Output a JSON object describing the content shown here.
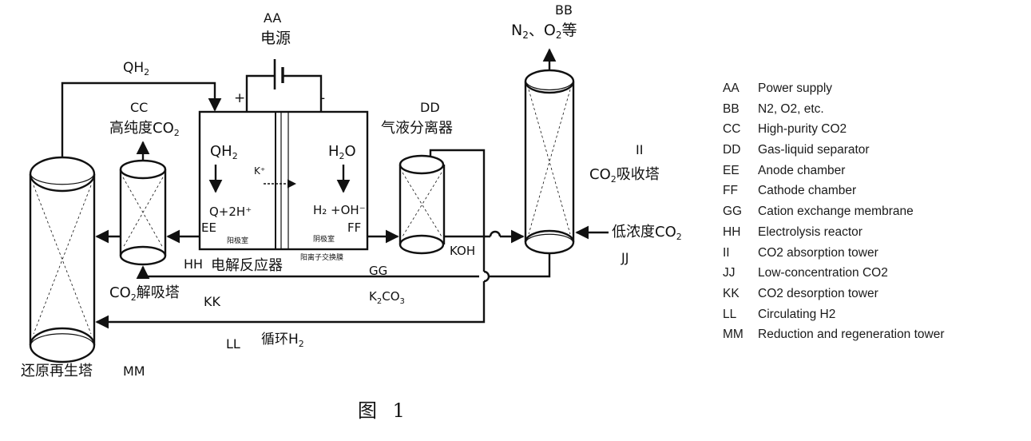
{
  "figure": {
    "caption": "图 1"
  },
  "labels": {
    "aa_code": "AA",
    "aa_text": "电源",
    "bb_code": "BB",
    "bb_text_part1": "N",
    "bb_text_sub1": "2",
    "bb_text_part2": "、O",
    "bb_text_sub2": "2",
    "bb_text_part3": "等",
    "cc_code": "CC",
    "cc_text_part1": "高纯度CO",
    "cc_text_sub": "2",
    "dd_code": "DD",
    "dd_text": "气液分离器",
    "ee_code": "EE",
    "ff_code": "FF",
    "gg_code": "GG",
    "hh_code": "HH",
    "hh_text": "电解反应器",
    "ii_code": "II",
    "ii_text_part1": "CO",
    "ii_text_sub": "2",
    "ii_text_part2": "吸收塔",
    "jj_code": "JJ",
    "jj_text_part1": "低浓度CO",
    "jj_text_sub": "2",
    "kk_code": "KK",
    "kk_text_part1": "CO",
    "kk_text_sub": "2",
    "kk_text_part2": "解吸塔",
    "ll_code": "LL",
    "ll_text_part1": "循环H",
    "ll_text_sub": "2",
    "mm_code": "MM",
    "mm_text": "还原再生塔",
    "qh2_top_part1": "QH",
    "qh2_top_sub": "2",
    "qh2_anode_part1": "QH",
    "qh2_anode_sub": "2",
    "h2o_part1": "H",
    "h2o_sub": "2",
    "h2o_part2": "O",
    "anode_product": "Q+2H⁺",
    "cathode_product": "H₂ +OH⁻",
    "k_ion": "K⁺",
    "plus_sign": "+",
    "minus_sign": "-",
    "anode_chamber_small": "阳极室",
    "cathode_chamber_small": "阴极室",
    "membrane_small": "阳离子交换膜",
    "koh": "KOH",
    "k2co3_part1": "K",
    "k2co3_sub": "2",
    "k2co3_part2": "CO",
    "k2co3_sub2": "3"
  },
  "legend": [
    {
      "code": "AA",
      "text": "Power supply"
    },
    {
      "code": "BB",
      "text": "N2, O2, etc."
    },
    {
      "code": "CC",
      "text": "High-purity CO2"
    },
    {
      "code": "DD",
      "text": "Gas-liquid separator"
    },
    {
      "code": "EE",
      "text": "Anode chamber"
    },
    {
      "code": "FF",
      "text": "Cathode chamber"
    },
    {
      "code": "GG",
      "text": "Cation exchange membrane"
    },
    {
      "code": "HH",
      "text": "Electrolysis reactor"
    },
    {
      "code": "II",
      "text": "CO2 absorption tower"
    },
    {
      "code": "JJ",
      "text": "Low-concentration CO2"
    },
    {
      "code": "KK",
      "text": "CO2 desorption tower"
    },
    {
      "code": "LL",
      "text": "Circulating H2"
    },
    {
      "code": "MM",
      "text": "Reduction and regeneration tower"
    }
  ]
}
